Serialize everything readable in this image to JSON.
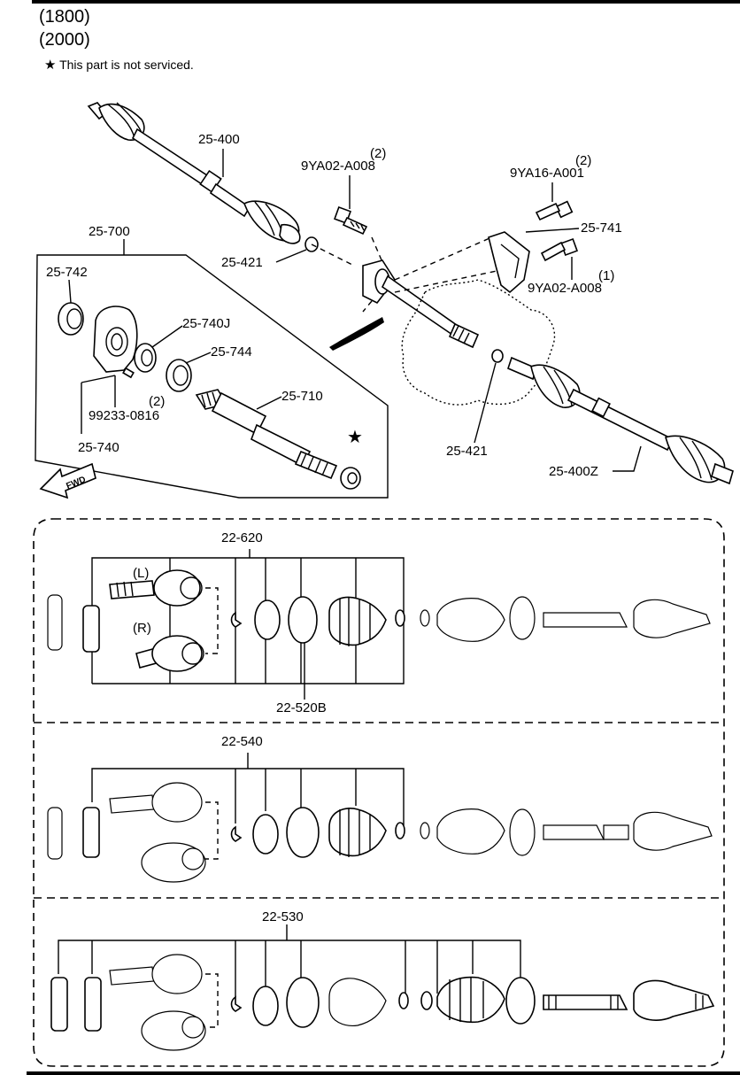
{
  "header": {
    "line1": "(1800)",
    "line2": "(2000)",
    "note_symbol": "★",
    "note_text": "This part is not serviced."
  },
  "upper_labels": {
    "l25400": "25-400",
    "l9ya02_top_qty": "(2)",
    "l9ya02_top": "9YA02-A008",
    "l9ya16_qty": "(2)",
    "l9ya16": "9YA16-A001",
    "l25741": "25-741",
    "l9ya02_right_qty": "(1)",
    "l9ya02_right": "9YA02-A008",
    "l25700": "25-700",
    "l25742": "25-742",
    "l25421_a": "25-421",
    "l25740j": "25-740J",
    "l25744": "25-744",
    "l25710": "25-710",
    "l99233_qty": "(2)",
    "l99233": "99233-0816",
    "l25740": "25-740",
    "l25421_b": "25-421",
    "l25400z": "25-400Z",
    "star": "★",
    "fwd": "FWD"
  },
  "kits": {
    "k22620": "22-620",
    "k22520b": "22-520B",
    "label_l": "(L)",
    "label_r": "(R)",
    "k22540": "22-540",
    "k22530": "22-530"
  }
}
